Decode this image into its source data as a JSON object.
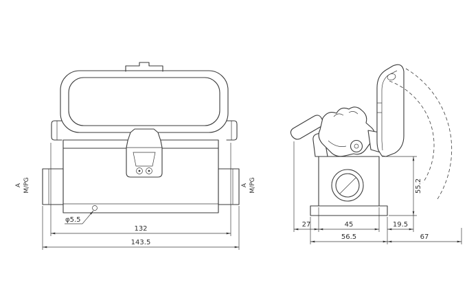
{
  "colors": {
    "line": "#3a3a3a",
    "background": "#ffffff"
  },
  "front_view": {
    "left_marker": {
      "section": "A",
      "thread": "M/PG"
    },
    "right_marker": {
      "section": "A",
      "thread": "M/PG"
    },
    "dimensions": {
      "hole": "φ5.5",
      "inner_width": "132",
      "overall_width": "143.5"
    }
  },
  "side_view": {
    "dimensions": {
      "height": "55.2",
      "lever_offset": "27",
      "body_depth": "45",
      "rear_offset": "19.5",
      "flange_depth": "56.5",
      "overall_depth": "67"
    }
  }
}
